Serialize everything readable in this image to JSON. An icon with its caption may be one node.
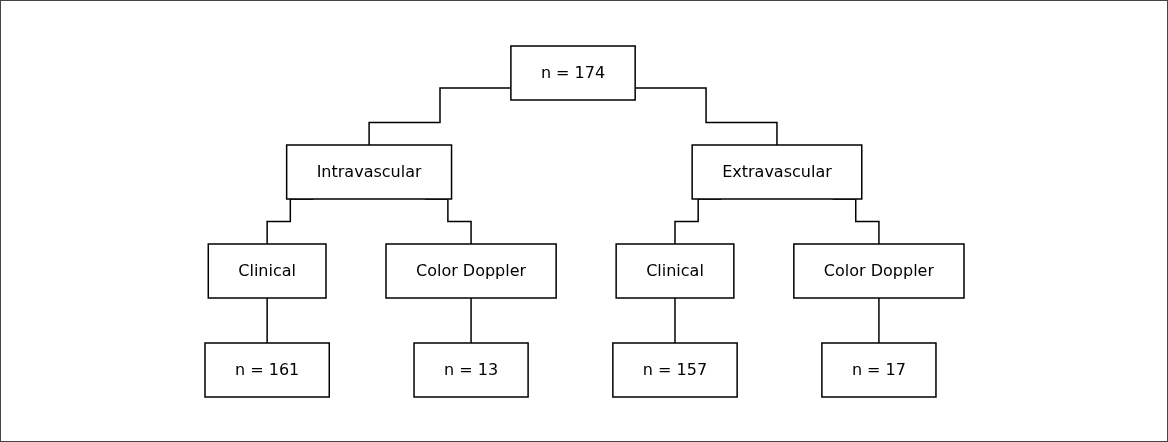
{
  "diagram": {
    "nodes": [
      {
        "text": [
          "n = 174"
        ]
      },
      {
        "text": [
          "Intravascular"
        ]
      },
      {
        "text": [
          "Extravascular"
        ]
      },
      {
        "text": [
          "Clinical"
        ]
      },
      {
        "text": [
          "Color Doppler"
        ]
      },
      {
        "text": [
          "Clinical"
        ]
      },
      {
        "text": [
          "Color Doppler"
        ]
      },
      {
        "text": [
          "n = 161"
        ]
      },
      {
        "text": [
          "n = 13"
        ]
      },
      {
        "text": [
          "n = 157"
        ]
      },
      {
        "text": [
          "n = 17"
        ]
      }
    ],
    "edges": [
      {
        "from": 0,
        "to": 1,
        "arrow": "none"
      },
      {
        "from": 0,
        "to": 2,
        "arrow": "none"
      },
      {
        "from": 1,
        "to": 3,
        "arrow": "none"
      },
      {
        "from": 1,
        "to": 4,
        "arrow": "none"
      },
      {
        "from": 2,
        "to": 5,
        "arrow": "none"
      },
      {
        "from": 2,
        "to": 6,
        "arrow": "none"
      },
      {
        "from": 3,
        "to": 7,
        "arrow": "none"
      },
      {
        "from": 4,
        "to": 8,
        "arrow": "none"
      },
      {
        "from": 5,
        "to": 9,
        "arrow": "none"
      },
      {
        "from": 6,
        "to": 10,
        "arrow": "none"
      }
    ]
  }
}
